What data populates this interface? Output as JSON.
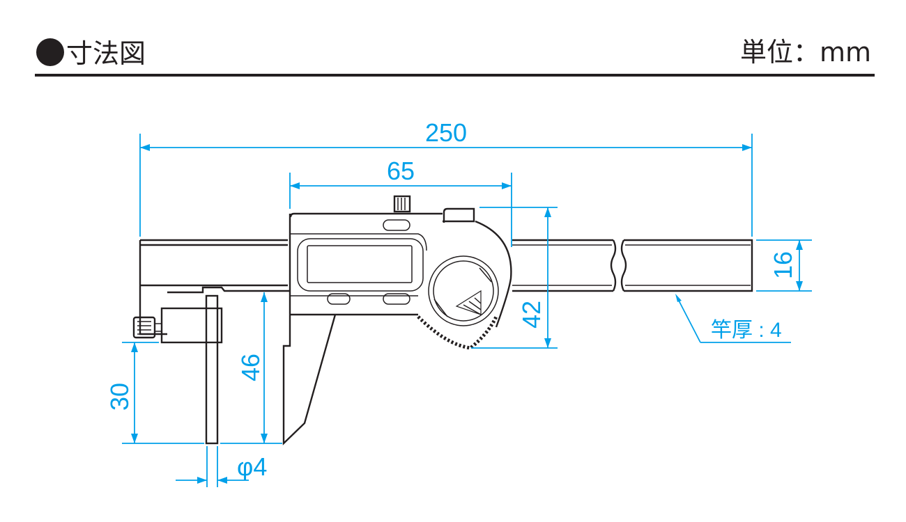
{
  "header": {
    "title": "寸法図",
    "unit": "単位：mm"
  },
  "dimensions": {
    "overall_length": "250",
    "slider_width": "65",
    "beam_height": "16",
    "slider_height": "42",
    "jaw_depth": "46",
    "rod_length": "30",
    "rod_diameter": "φ4",
    "beam_thickness": "竿厚 : 4"
  },
  "colors": {
    "dimension": "#00a0e9",
    "line": "#231f20"
  }
}
